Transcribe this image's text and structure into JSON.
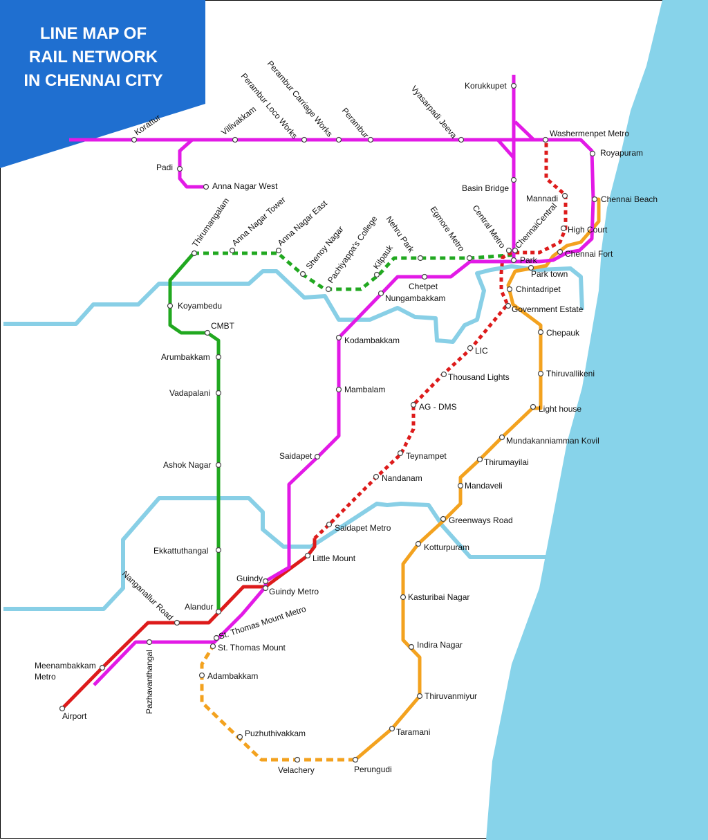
{
  "title": {
    "lines": [
      "LINE MAP OF",
      "RAIL NETWORK",
      "IN CHENNAI CITY"
    ]
  },
  "colors": {
    "sea": "#87d3ea",
    "river": "#88cfe6",
    "title_bg": "#1f6fd0",
    "suburban_magenta": "#e21ae6",
    "metro_green": "#21a820",
    "metro_red": "#dd1b1b",
    "mrts_orange": "#f3a21f"
  },
  "lines": [
    {
      "key": "magenta",
      "color": "#e21ae6"
    },
    {
      "key": "green",
      "color": "#21a820"
    },
    {
      "key": "red",
      "color": "#dd1b1b"
    },
    {
      "key": "orange",
      "color": "#f3a21f"
    }
  ],
  "stations": [
    {
      "name": "Korattur"
    },
    {
      "name": "Villivakkam"
    },
    {
      "name": "Perambur Loco Works"
    },
    {
      "name": "Perambur Carriage Works"
    },
    {
      "name": "Perambur"
    },
    {
      "name": "Vyasarpadi Jeeva"
    },
    {
      "name": "Korukkupet"
    },
    {
      "name": "Washermenpet Metro"
    },
    {
      "name": "Royapuram"
    },
    {
      "name": "Padi"
    },
    {
      "name": "Anna Nagar West"
    },
    {
      "name": "Basin Bridge"
    },
    {
      "name": "Mannadi"
    },
    {
      "name": "Chennai Beach"
    },
    {
      "name": "Thirumangalam"
    },
    {
      "name": "Anna Nagar Tower"
    },
    {
      "name": "Anna Nagar East"
    },
    {
      "name": "Shenoy Nagar"
    },
    {
      "name": "Pachiyappa's College"
    },
    {
      "name": "Kilpauk"
    },
    {
      "name": "Nehru Park"
    },
    {
      "name": "Egmore Metro"
    },
    {
      "name": "Central Metro"
    },
    {
      "name": "ChennaiCentral"
    },
    {
      "name": "High Court"
    },
    {
      "name": "Park"
    },
    {
      "name": "Chennai Fort"
    },
    {
      "name": "Park town"
    },
    {
      "name": "Chintadripet"
    },
    {
      "name": "Government Estate"
    },
    {
      "name": "Chetpet"
    },
    {
      "name": "Nungambakkam"
    },
    {
      "name": "Koyambedu"
    },
    {
      "name": "CMBT"
    },
    {
      "name": "Kodambakkam"
    },
    {
      "name": "Chepauk"
    },
    {
      "name": "LIC"
    },
    {
      "name": "Arumbakkam"
    },
    {
      "name": "Thousand Lights"
    },
    {
      "name": "Thiruvallikeni"
    },
    {
      "name": "Vadapalani"
    },
    {
      "name": "Mambalam"
    },
    {
      "name": "AG - DMS"
    },
    {
      "name": "Light house"
    },
    {
      "name": "Mundakanniamman Kovil"
    },
    {
      "name": "Saidapet"
    },
    {
      "name": "Teynampet"
    },
    {
      "name": "Thirumayilai"
    },
    {
      "name": "Ashok Nagar"
    },
    {
      "name": "Nandanam"
    },
    {
      "name": "Mandaveli"
    },
    {
      "name": "Greenways Road"
    },
    {
      "name": "Saidapet Metro"
    },
    {
      "name": "Kotturpuram"
    },
    {
      "name": "Ekkattuthangal"
    },
    {
      "name": "Little Mount"
    },
    {
      "name": "Guindy"
    },
    {
      "name": "Guindy Metro"
    },
    {
      "name": "Nanganallur Road"
    },
    {
      "name": "Kasturibai Nagar"
    },
    {
      "name": "Alandur"
    },
    {
      "name": "St. Thomas Mount Metro"
    },
    {
      "name": "St. Thomas Mount"
    },
    {
      "name": "Indira Nagar"
    },
    {
      "name": "Meenambakkam"
    },
    {
      "name": "Metro"
    },
    {
      "name": "Pazhavanthangal"
    },
    {
      "name": "Adambakkam"
    },
    {
      "name": "Thiruvanmiyur"
    },
    {
      "name": "Airport"
    },
    {
      "name": "Puzhuthivakkam"
    },
    {
      "name": "Taramani"
    },
    {
      "name": "Velachery"
    },
    {
      "name": "Perungudi"
    }
  ]
}
